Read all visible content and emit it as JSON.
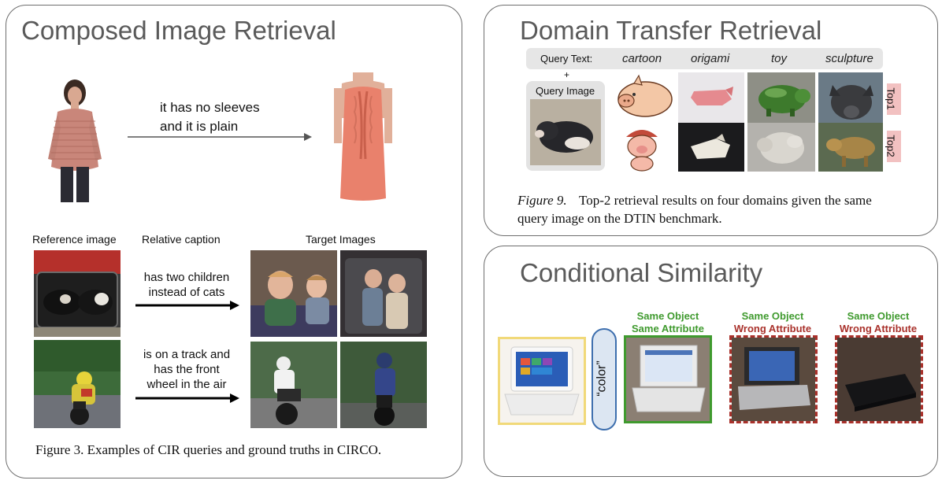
{
  "cir": {
    "title": "Composed Image Retrieval",
    "top_caption_line1": "it has no sleeves",
    "top_caption_line2": "and it is plain",
    "col_reference": "Reference image",
    "col_relative": "Relative caption",
    "col_target": "Target Images",
    "row1_caption_line1": "has two children",
    "row1_caption_line2": "instead of cats",
    "row2_caption_line1": "is on a track and",
    "row2_caption_line2": "has the front",
    "row2_caption_line3": "wheel in the air",
    "figure_caption": "Figure 3. Examples of CIR queries and ground truths in CIRCO."
  },
  "dtr": {
    "title": "Domain Transfer Retrieval",
    "query_text_label": "Query Text:",
    "domains": [
      "cartoon",
      "origami",
      "toy",
      "sculpture"
    ],
    "plus": "+",
    "query_image_label": "Query Image",
    "top1": "Top1",
    "top2": "Top2",
    "figure_label": "Figure 9.",
    "figure_caption_line1": "Top-2 retrieval results on four domains given the same",
    "figure_caption_line2": "query image on the DTIN benchmark."
  },
  "cs": {
    "title": "Conditional Similarity",
    "condition": "“color”",
    "labels": [
      {
        "line1": "Same Object",
        "line2": "Same Attribute"
      },
      {
        "line1": "Same Object",
        "line2": "Wrong Attribute"
      },
      {
        "line1": "Same Object",
        "line2": "Wrong Attribute"
      }
    ]
  },
  "colors": {
    "panel_border": "#6e6e6e",
    "title_gray": "#5a5a5a",
    "green": "#3f9a2e",
    "red": "#a9312b",
    "query_yellow": "#f1d979",
    "capsule_blue": "#3e6fae",
    "top_tag_pink": "#f2c1c1"
  }
}
